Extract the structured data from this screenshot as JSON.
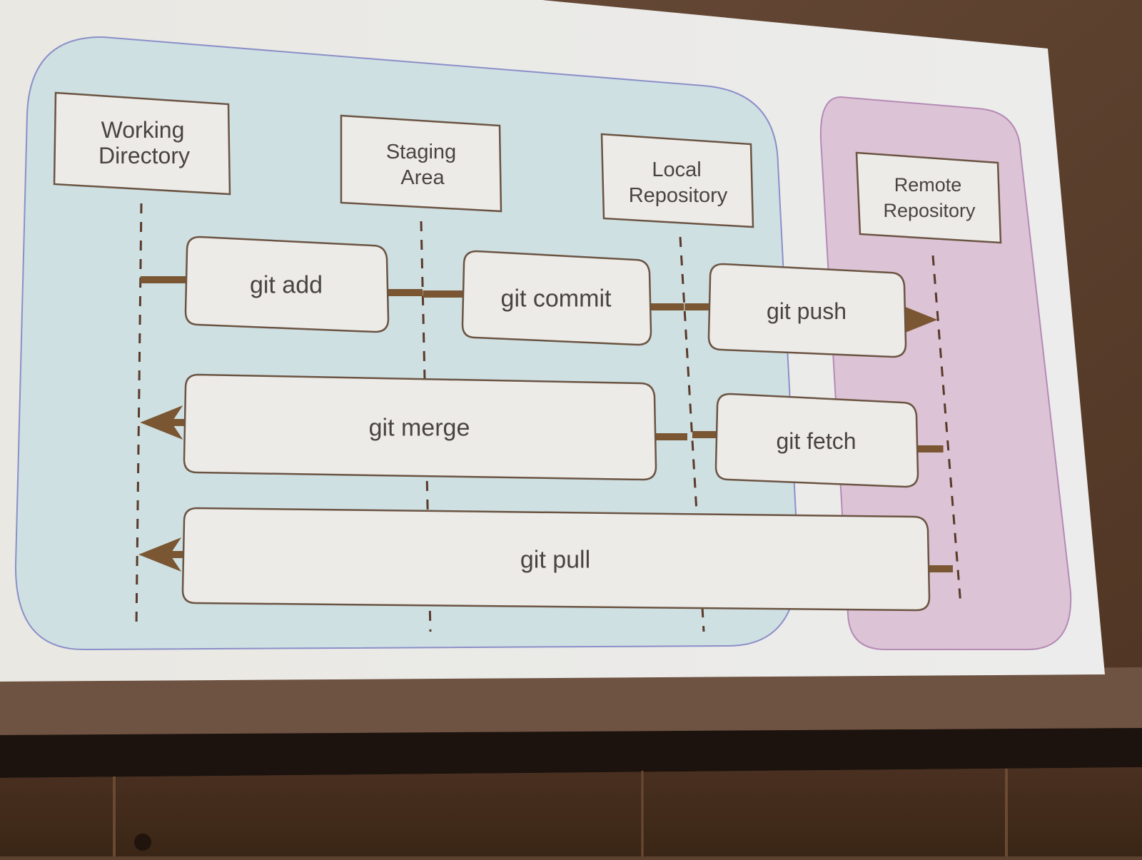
{
  "slide": {
    "title": "",
    "colors": {
      "local_zone_fill": "#cfe0e3",
      "local_zone_stroke": "#8b8fc8",
      "remote_zone_fill": "#dcc4d6",
      "remote_zone_stroke": "#b58ab5",
      "connector": "#7a5632",
      "box_stroke": "#6b5442",
      "box_fill": "#ecebe8",
      "slide_bg": "#e6e8e6"
    }
  },
  "lanes": [
    {
      "id": "working",
      "label_lines": [
        "Working",
        "Directory"
      ]
    },
    {
      "id": "staging",
      "label_lines": [
        "Staging",
        "Area"
      ]
    },
    {
      "id": "local",
      "label_lines": [
        "Local",
        "Repository"
      ]
    },
    {
      "id": "remote",
      "label_lines": [
        "Remote",
        "Repository"
      ]
    }
  ],
  "commands": [
    {
      "label": "git add",
      "from": "working",
      "to": "staging",
      "direction": "right"
    },
    {
      "label": "git commit",
      "from": "staging",
      "to": "local",
      "direction": "right"
    },
    {
      "label": "git push",
      "from": "local",
      "to": "remote",
      "direction": "right",
      "arrow": "remote"
    },
    {
      "label": "git merge",
      "from": "local",
      "to": "working",
      "direction": "left",
      "arrow": "working"
    },
    {
      "label": "git fetch",
      "from": "remote",
      "to": "local",
      "direction": "left"
    },
    {
      "label": "git pull",
      "from": "remote",
      "to": "working",
      "direction": "left",
      "arrow": "working"
    }
  ]
}
